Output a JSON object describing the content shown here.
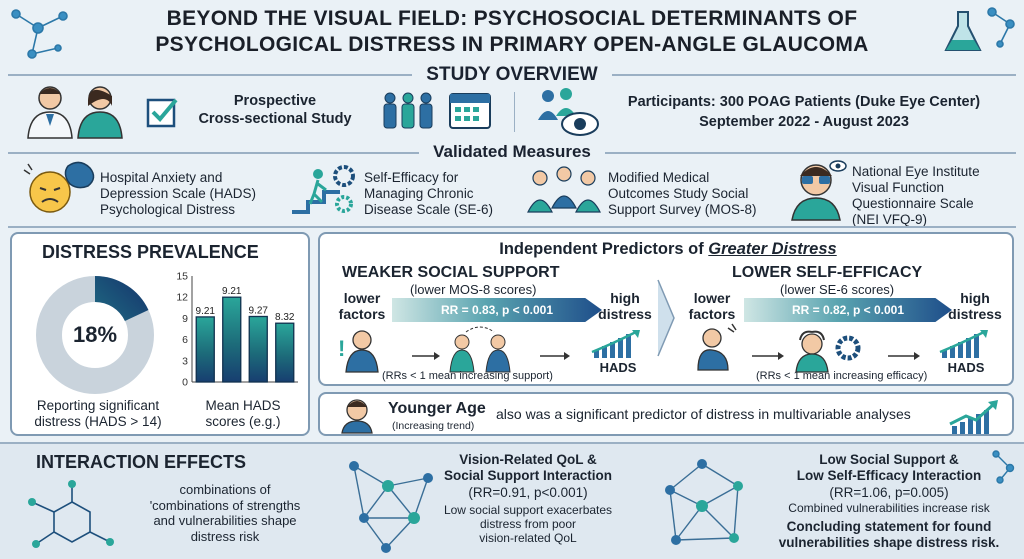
{
  "title": {
    "line1": "BEYOND THE VISUAL FIELD: PSYCHOSOCIAL DETERMINANTS OF",
    "line2": "PSYCHOLOGICAL DISTRESS IN PRIMARY OPEN-ANGLE GLAUCOMA"
  },
  "overview": {
    "heading": "STUDY OVERVIEW",
    "design_line1": "Prospective",
    "design_line2": "Cross-sectional Study",
    "participants": "Participants: 300 POAG Patients (Duke Eye Center)",
    "period": "September 2022 - August 2023"
  },
  "measures": {
    "heading": "Validated Measures",
    "hads": [
      "Hospital Anxiety and",
      "Depression Scale (HADS)",
      "Psychological Distress"
    ],
    "se6": [
      "Self-Efficacy for",
      "Managing Chronic",
      "Disease Scale (SE-6)"
    ],
    "mos8": [
      "Modified Medical",
      "Outcomes Study Social",
      "Support Survey (MOS-8)"
    ],
    "nei": [
      "National Eye Institute",
      "Visual Function",
      "Questionnaire Scale",
      "(NEI VFQ-9)"
    ]
  },
  "prevalence": {
    "heading": "DISTRESS PREVALENCE",
    "percent_label": "18%",
    "percent": 18,
    "caption_line1": "Reporting significant",
    "caption_line2": "distress (HADS > 14)",
    "chart_caption_line1": "Mean HADS",
    "chart_caption_line2": "scores (e.g.)"
  },
  "chart_data": {
    "type": "bar",
    "categories": [
      "",
      "",
      "",
      ""
    ],
    "values": [
      9.21,
      12.0,
      9.27,
      8.32
    ],
    "data_labels": [
      "9.21",
      "9.21",
      "9.27",
      "8.32"
    ],
    "yticks": [
      "15",
      "12",
      "9",
      "6",
      "3",
      "0"
    ],
    "ylim": [
      0,
      15
    ],
    "title": "",
    "xlabel": "",
    "ylabel": ""
  },
  "predictors": {
    "heading_prefix": "Independent Predictors of ",
    "heading_emph": "Greater Distress",
    "social": {
      "title": "WEAKER SOCIAL SUPPORT",
      "subtitle": "(lower MOS-8 scores)",
      "left_line1": "lower",
      "left_line2": "factors",
      "rr": "RR = 0.83, p < 0.001",
      "right_line1": "high",
      "right_line2": "distress",
      "note": "(RRs < 1 mean increasing support)",
      "hads": "HADS"
    },
    "efficacy": {
      "title": "LOWER SELF-EFFICACY",
      "subtitle": "(lower SE-6 scores)",
      "left_line1": "lower",
      "left_line2": "factors",
      "rr": "RR = 0.82, p < 0.001",
      "right_line1": "high",
      "right_line2": "distress",
      "note": "(RRs < 1 mean increasing efficacy)",
      "hads": "HADS"
    }
  },
  "age": {
    "title": "Younger Age",
    "note": "(Increasing trend)",
    "text": "also was a significant predictor of distress in multivariable analyses"
  },
  "interaction": {
    "heading": "INTERACTION EFFECTS",
    "intro": [
      "combinations of",
      "'combinations of strengths",
      "and vulnerabilities shape",
      "distress risk"
    ],
    "vision": {
      "title_line1": "Vision-Related QoL &",
      "title_line2": "Social Support Interaction",
      "stats": "(RR=0.91, p<0.001)",
      "note": [
        "Low social support exacerbates",
        "distress from poor",
        "vision-related QoL"
      ]
    },
    "lowsupport": {
      "title_line1": "Low Social Support &",
      "title_line2": "Low Self-Efficacy Interaction",
      "stats": "(RR=1.06, p=0.005)",
      "note": "Combined vulnerabilities increase risk",
      "conclusion_line1": "Concluding statement for found",
      "conclusion_line2": "vulnerabilities shape distress risk."
    }
  },
  "colors": {
    "teal": "#2aa69a",
    "navy": "#173e70",
    "panel_border": "#7f9ab3",
    "donut_grey": "#c9d3dc"
  }
}
